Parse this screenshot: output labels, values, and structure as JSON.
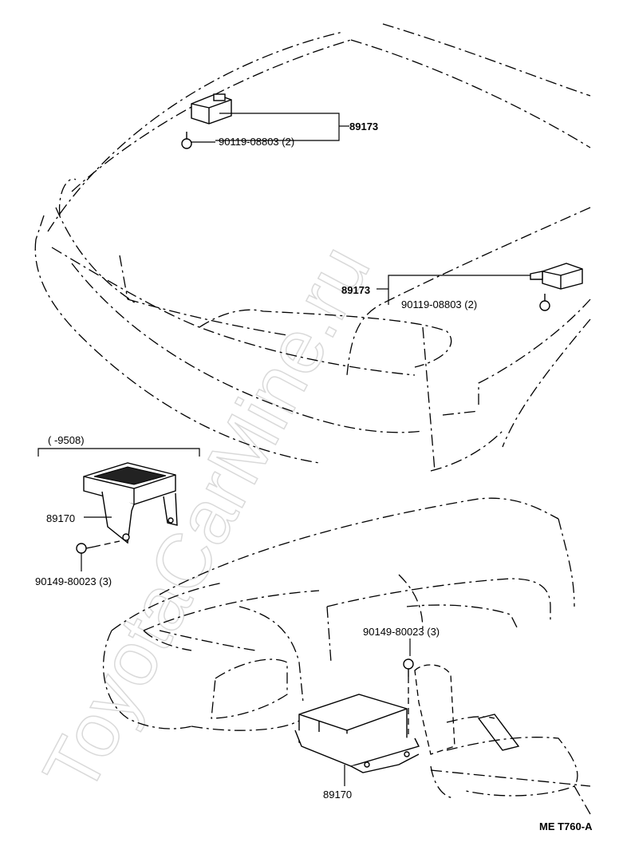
{
  "watermark": "ToyotaCarMine.ru",
  "labels": {
    "sensor_top_part": "89173",
    "sensor_top_bolt": "90119-08803 (2)",
    "sensor_right_part": "89173",
    "sensor_right_bolt": "90119-08803 (2)",
    "date_range": "(      -9508)",
    "ecu_left_part": "89170",
    "ecu_left_bolt": "90149-80023 (3)",
    "ecu_bottom_bolt": "90149-80023 (3)",
    "ecu_bottom_part": "89170",
    "drawing_code": "ME  T760-A"
  },
  "icons": [
    "bolt-icon",
    "sensor-icon",
    "ecu-icon"
  ]
}
